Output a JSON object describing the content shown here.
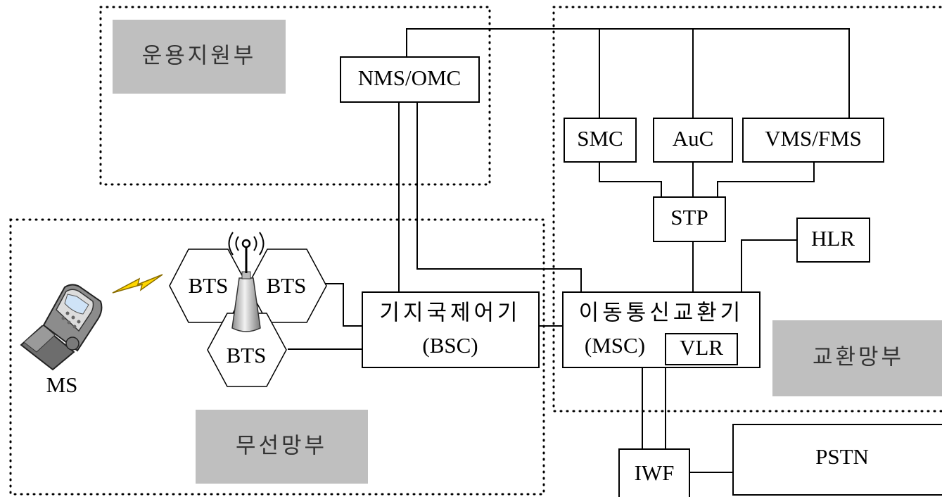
{
  "areas": {
    "operation": "운용지원부",
    "switching": "교환망부",
    "wireless": "무선망부"
  },
  "nodes": {
    "nms_omc": "NMS/OMC",
    "smc": "SMC",
    "auc": "AuC",
    "vms_fms": "VMS/FMS",
    "stp": "STP",
    "hlr": "HLR",
    "bsc_kor": "기지국제어기",
    "bsc_eng": "(BSC)",
    "msc_kor": "이동통신교환기",
    "msc_eng": "(MSC)",
    "vlr": "VLR",
    "iwf": "IWF",
    "pstn": "PSTN",
    "bts_left": "BTS",
    "bts_right": "BTS",
    "bts_bottom": "BTS",
    "ms": "MS"
  },
  "icons": {
    "phone": "mobile-phone-icon",
    "lightning": "lightning-bolt-icon",
    "antenna": "antenna-tower-icon"
  },
  "colors": {
    "zone_fill": "#bfbfbf",
    "lightning": "#ffd700"
  }
}
